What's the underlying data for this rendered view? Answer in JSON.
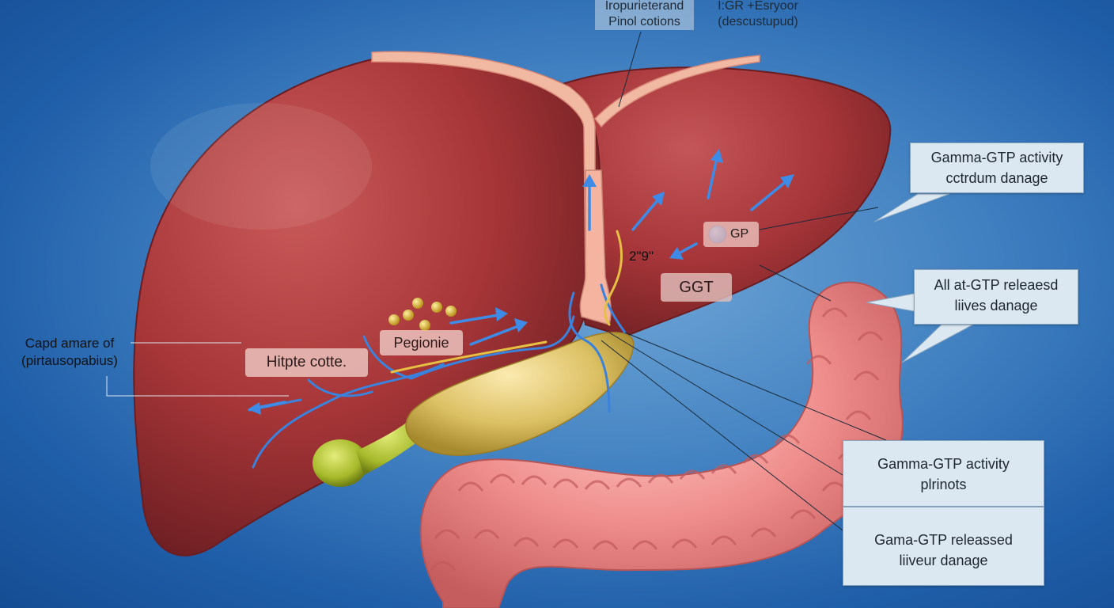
{
  "top_labels": {
    "left_line1": "Iropurieterand",
    "left_line2": "Pinol cotions",
    "right_line1": "I:GR +Esryoor",
    "right_line2": "(descustupud)"
  },
  "left_note": {
    "line1": "Capd amare of",
    "line2": "(pirtausopabius)"
  },
  "organ_tags": {
    "hepatic": "Hitpte cotte.",
    "region": "Pegionie",
    "ggt": "GGT",
    "gp": "GP",
    "number": "2\"9\""
  },
  "callouts": [
    {
      "line1": "Gamma-GTP activity",
      "line2": "cctrdum danage"
    },
    {
      "line1": "All  at-GTP releaesd",
      "line2": "liives danage"
    },
    {
      "line1": "Gamma-GTP activity",
      "line2": "plrinots"
    },
    {
      "line1": "Gama-GTP releassed",
      "line2": "liiveur danage"
    }
  ],
  "colors": {
    "background": "#2f6fb5",
    "liver": "#a93a3c",
    "gallbladder": "#e0c463",
    "intestine": "#ee8c8c",
    "vessel": "#3f86d8",
    "callout_box": "#dbe8f2"
  }
}
